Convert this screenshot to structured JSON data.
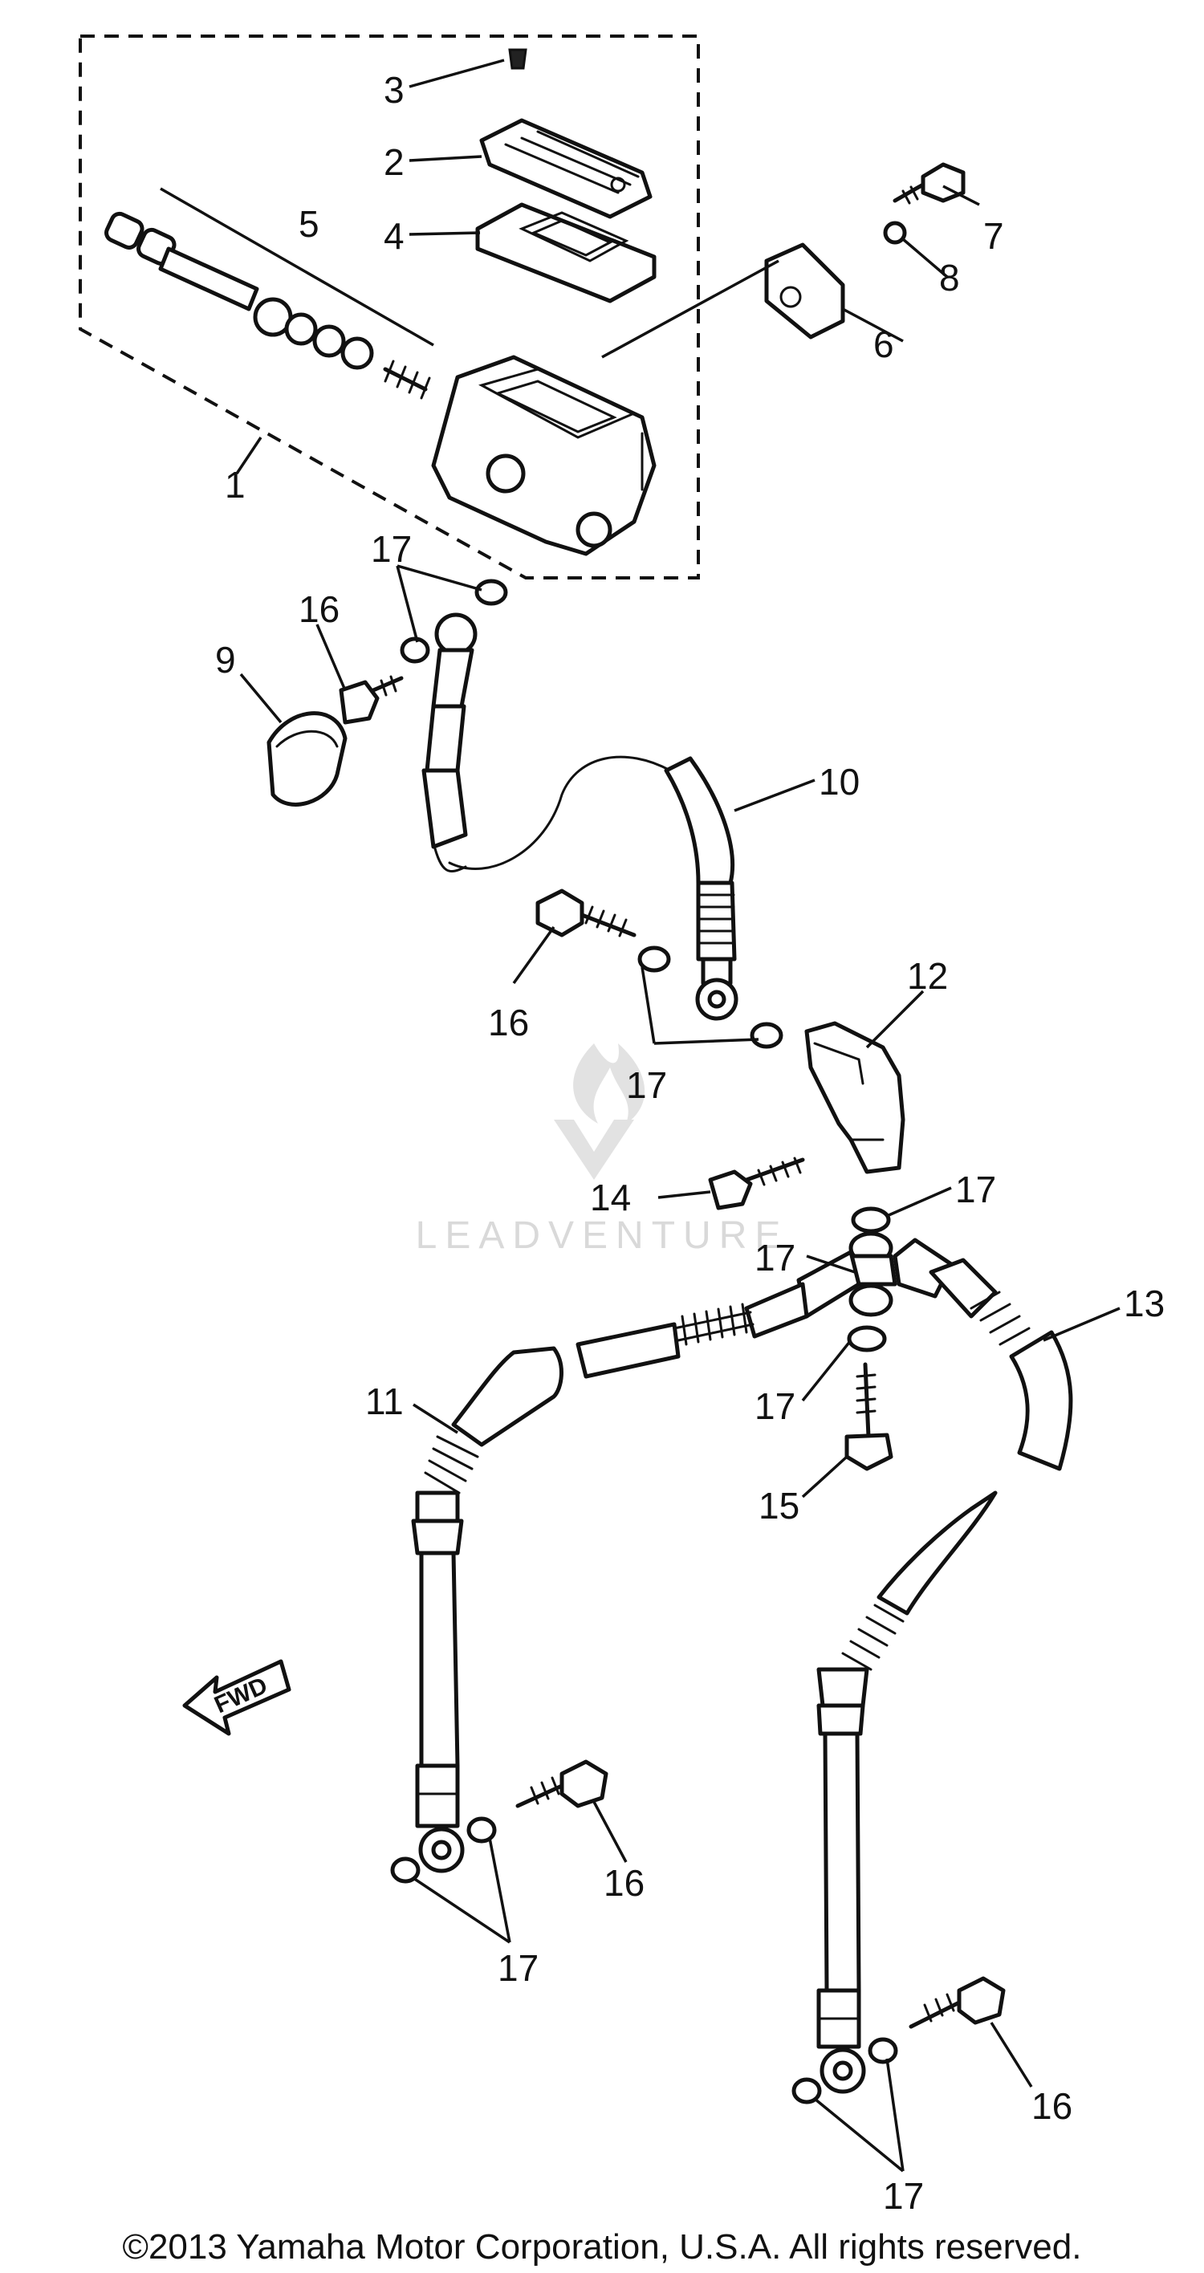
{
  "callouts": [
    "1",
    "2",
    "3",
    "4",
    "5",
    "6",
    "7",
    "8",
    "9",
    "10",
    "11",
    "12",
    "13",
    "14",
    "15",
    "16",
    "16",
    "16",
    "16",
    "17",
    "17",
    "17",
    "17",
    "17",
    "17",
    "17"
  ],
  "fwd_label": "FWD",
  "watermark": "LEADVENTURE",
  "copyright": "©2013 Yamaha Motor Corporation, U.S.A. All rights reserved."
}
